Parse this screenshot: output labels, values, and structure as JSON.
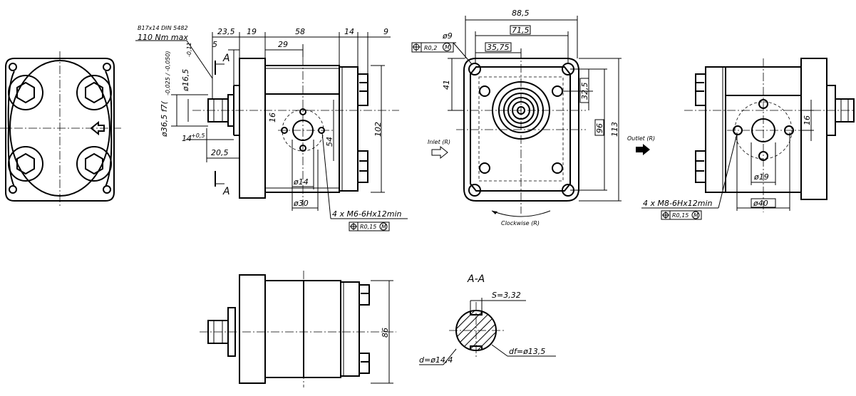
{
  "labels": {
    "shaft_spec_1": "B17x14 DIN 5482",
    "shaft_spec_2": "110 Nm max",
    "section_mark": "A",
    "section_title": "A-A",
    "inlet": "Inlet (R)",
    "outlet": "Outlet (R)",
    "rotation": "Clockwise (R)",
    "thread_inlet": "4 x M6-6Hx12min",
    "thread_outlet": "4 x M8-6Hx12min",
    "tol_inlet": "R0,15",
    "tol_outlet": "R0,15",
    "tol_top": "R0,2",
    "tol_modifier": "M"
  },
  "dims": {
    "d23_5": "23,5",
    "d19": "19",
    "d58": "58",
    "d14": "14",
    "d9": "9",
    "d5": "5",
    "d29": "29",
    "d16_5": "ø16,5",
    "d16_5_tol": "-0,11",
    "d36_5": "ø36,5 f7(",
    "d36_5_tol": "-0,025 / -0,050)",
    "d14_tol": "14",
    "d14_tol_sup": "+0,5",
    "d20_5": "20,5",
    "d16_side": "16",
    "d54": "54",
    "d102": "102",
    "d_phi14": "ø14",
    "d_phi30": "ø30",
    "d88_5": "88,5",
    "d71_5": "71,5",
    "d35_75": "35,75",
    "d_phi9": "ø9",
    "d41": "41",
    "d32_5": "32,5",
    "d96": "96",
    "d113": "113",
    "d16_right": "16",
    "d_phi19": "ø19",
    "d_phi40": "ø40",
    "d86": "86",
    "s_spline": "S=3,32",
    "d_spline": "d=ø14,4",
    "df_spline": "df=ø13,5"
  }
}
